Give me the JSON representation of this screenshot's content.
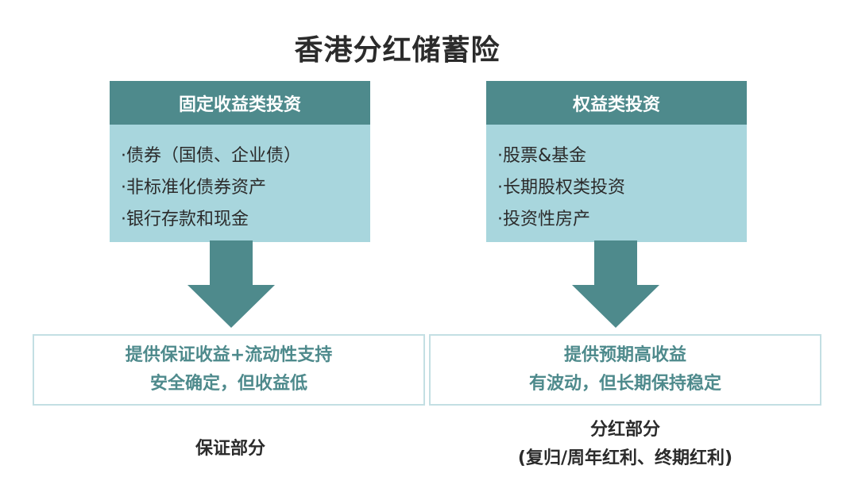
{
  "title": "香港分红储蓄险",
  "colors": {
    "header": "#4e8a8c",
    "body": "#a8d6dd",
    "arrow": "#4e8a8c",
    "result_text": "#4e8a8c",
    "result_border": "#c3dfe3"
  },
  "left_card": {
    "header": "固定收益类投资",
    "items": [
      "·债券（国债、企业债）",
      "·非标准化债券资产",
      "·银行存款和现金"
    ]
  },
  "right_card": {
    "header": "权益类投资",
    "items": [
      "·股票&基金",
      "·长期股权类投资",
      "·投资性房产"
    ]
  },
  "left_result": {
    "line1": "提供保证收益+流动性支持",
    "line2": "安全确定，但收益低"
  },
  "right_result": {
    "line1": "提供预期高收益",
    "line2": "有波动，但长期保持稳定"
  },
  "left_caption": {
    "line1": "保证部分"
  },
  "right_caption": {
    "line1": "分红部分",
    "line2": "(复归/周年红利、终期红利)"
  }
}
